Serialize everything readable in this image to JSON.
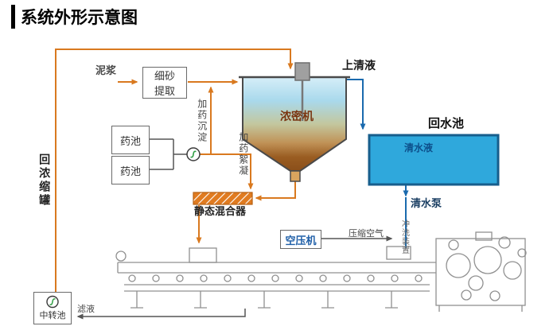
{
  "title": "系统外形示意图",
  "labels": {
    "slurry": "泥浆",
    "fine_sand_extraction": "细砂提取",
    "supernatant": "上清液",
    "thickener": "浓密机",
    "return_water_pool": "回水池",
    "clear_water": "清水液",
    "chemical_pool_1": "药池",
    "chemical_pool_2": "药池",
    "dosing_sedimentation": "加药沉淀",
    "dosing_flocculation": "加药絮凝",
    "static_mixer": "静态混合器",
    "clean_water_pump": "清水泵",
    "air_compressor": "空压机",
    "compressed_air": "压缩空气",
    "flushing_device": "冲洗装置",
    "return_concentrate_tank": "回浓缩罐",
    "transfer_pool": "中转池",
    "filtrate": "滤液"
  },
  "colors": {
    "slurry_line": "#d9791f",
    "water_line": "#1a6aae",
    "pool_fill": "#2fa8dc",
    "thickener_bottom": "#8a4f1a",
    "machine_line": "#909090"
  }
}
